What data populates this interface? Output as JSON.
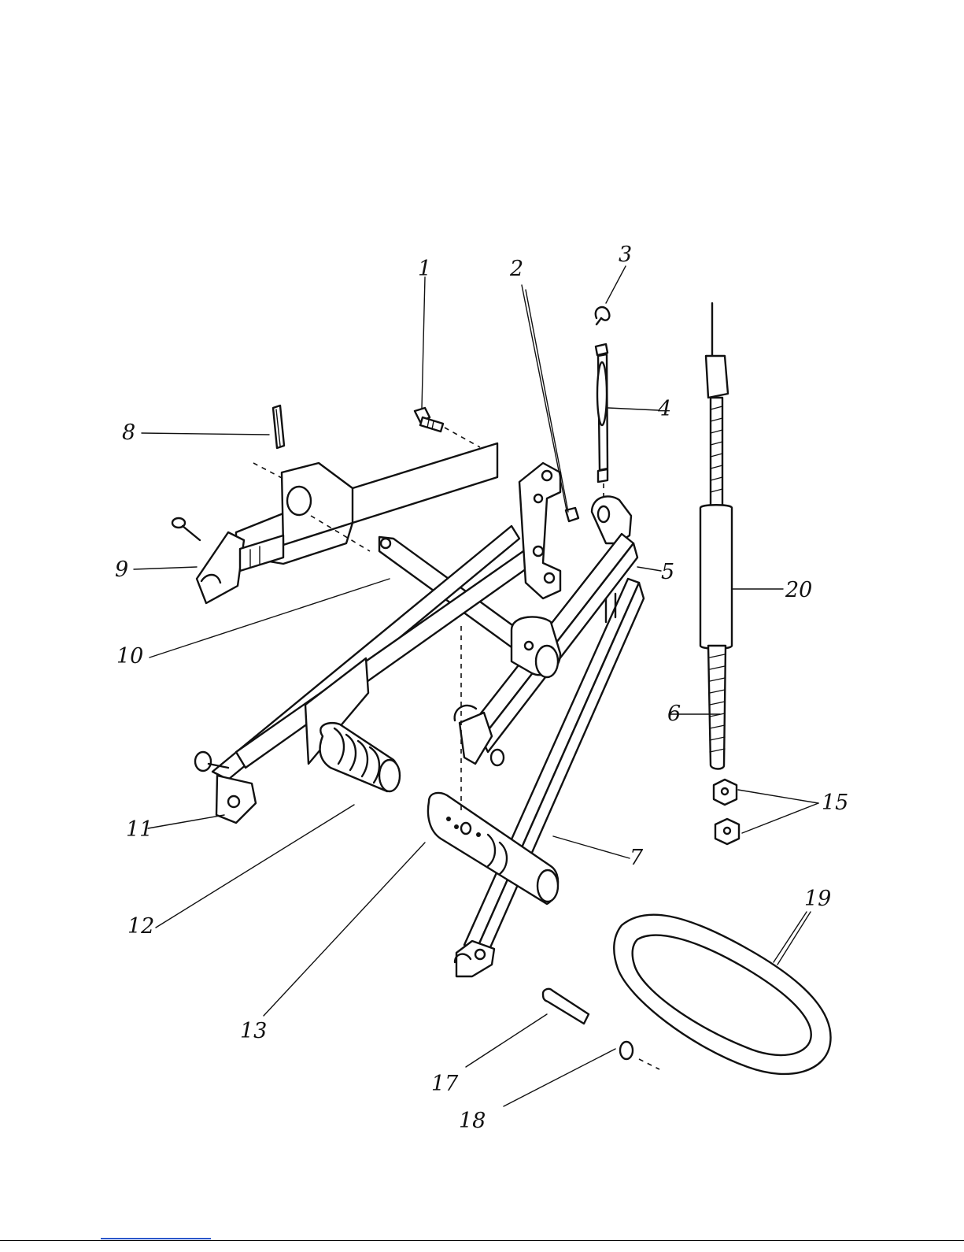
{
  "diagram": {
    "callouts": [
      "1",
      "2",
      "3",
      "4",
      "5",
      "6",
      "7",
      "8",
      "9",
      "10",
      "11",
      "12",
      "13",
      "15",
      "17",
      "18",
      "19",
      "20"
    ],
    "ink_color": "#111111",
    "link_color": "#2a55c8"
  }
}
